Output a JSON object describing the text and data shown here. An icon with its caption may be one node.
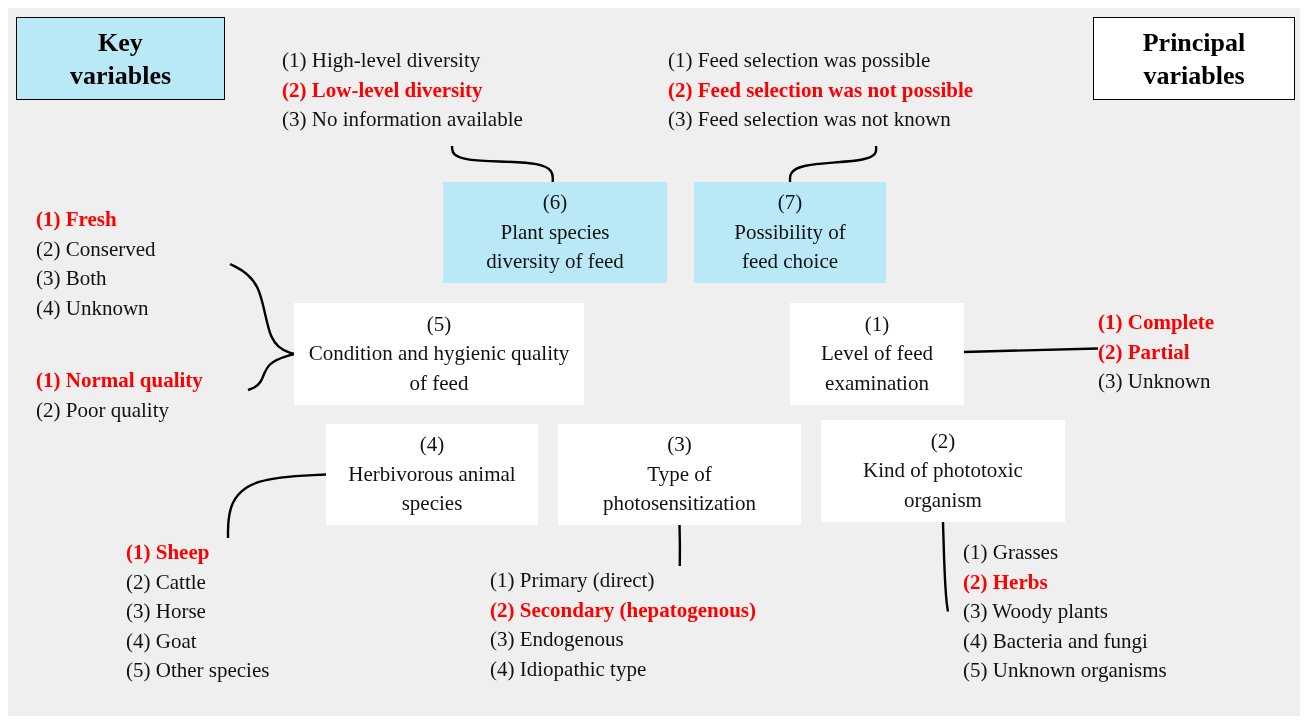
{
  "diagram": {
    "nodes": [
      {
        "text": [
          "(1) High-level diversity",
          "**(2) Low-level diversity**",
          "(3) No information available"
        ]
      },
      {
        "text": [
          "(1) Feed selection was possible",
          "**(2) Feed selection was not possible**",
          "(3) Feed selection was not known"
        ]
      },
      {
        "text": [
          "(6)",
          "Plant species diversity of feed"
        ]
      },
      {
        "text": [
          "(7)",
          "Possibility of feed choice"
        ]
      },
      {
        "text": [
          "**(1) Fresh**",
          "(2) Conserved",
          "(3) Both",
          "(4) Unknown"
        ]
      },
      {
        "text": [
          "(5)",
          "Condition and hygienic quality of feed"
        ]
      },
      {
        "text": [
          "(1)",
          "Level of feed examination"
        ]
      },
      {
        "text": [
          "**(1) Complete**",
          "**(2) Partial**",
          "(3) Unknown"
        ]
      },
      {
        "text": [
          "**(1) Normal quality**",
          "(2) Poor quality"
        ]
      },
      {
        "text": [
          "(4)",
          "Herbivorous animal species"
        ]
      },
      {
        "text": [
          "(3)",
          "Type of photosensitization"
        ]
      },
      {
        "text": [
          "(2)",
          "Kind of phototoxic organism"
        ]
      },
      {
        "text": [
          "**(1) Sheep**",
          "(2) Cattle",
          "(3) Horse",
          "(4) Goat",
          "(5) Other species"
        ]
      },
      {
        "text": [
          "(1) Primary (direct)",
          "**(2) Secondary (hepatogenous)**",
          "(3) Endogenous",
          "(4) Idiopathic type"
        ]
      },
      {
        "text": [
          "(1) Grasses",
          "**(2) Herbs**",
          "(3) Woody plants",
          "(4) Bacteria and fungi",
          "(5) Unknown organisms"
        ]
      }
    ],
    "edges": [
      {
        "from": 2,
        "to": 0,
        "arrow": "none"
      },
      {
        "from": 3,
        "to": 1,
        "arrow": "none"
      },
      {
        "from": 5,
        "to": 4,
        "arrow": "none"
      },
      {
        "from": 5,
        "to": 8,
        "arrow": "none"
      },
      {
        "from": 6,
        "to": 7,
        "arrow": "none"
      },
      {
        "from": 9,
        "to": 12,
        "arrow": "none"
      },
      {
        "from": 10,
        "to": 13,
        "arrow": "none"
      },
      {
        "from": 11,
        "to": 14,
        "arrow": "none"
      }
    ],
    "legend": [
      {
        "text": "Key variables",
        "color": "#b9e9f7"
      },
      {
        "text": "Principal variables",
        "color": "#ffffff"
      }
    ]
  }
}
